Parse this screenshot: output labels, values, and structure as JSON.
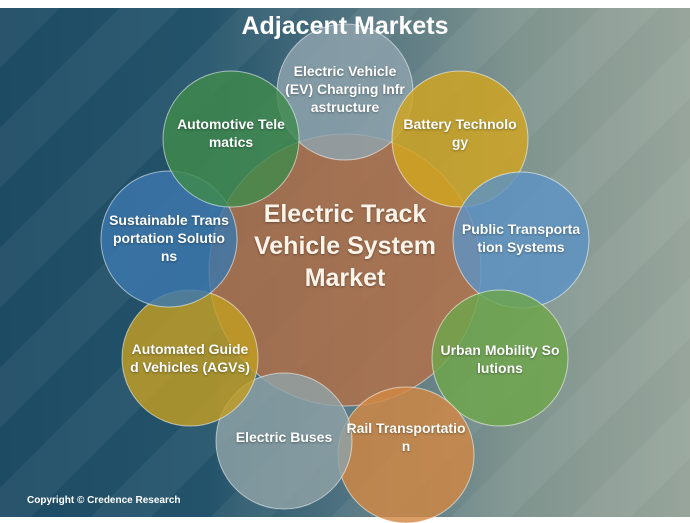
{
  "title": "Adjacent Markets",
  "center": {
    "label": "Electric Track Vehicle System Market",
    "color": "#b0714a"
  },
  "markets": [
    {
      "label": "Electric Vehicle (EV) Charging Infrastructure",
      "color": "#8fa3ad"
    },
    {
      "label": "Battery Technology",
      "color": "#d2a51f"
    },
    {
      "label": "Public Transportation Systems",
      "color": "#5d93c4"
    },
    {
      "label": "Urban Mobility Solutions",
      "color": "#6ea64a"
    },
    {
      "label": "Rail Transportation",
      "color": "#d28743"
    },
    {
      "label": "Electric Buses",
      "color": "#8fa2a6"
    },
    {
      "label": "Automated Guided Vehicles (AGVs)",
      "color": "#c29e22"
    },
    {
      "label": "Sustainable Transportation Solutions",
      "color": "#3c78ad"
    },
    {
      "label": "Automotive Telematics",
      "color": "#3f8a4c"
    }
  ],
  "copyright": "Copyright © Credence Research"
}
